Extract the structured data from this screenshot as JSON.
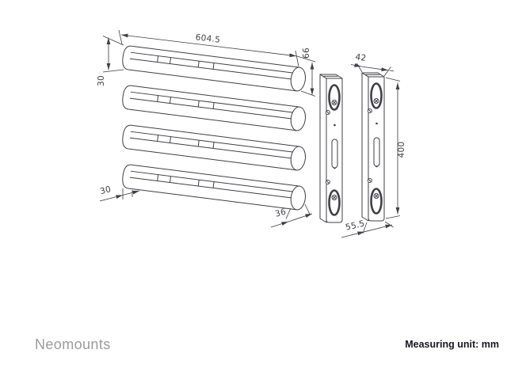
{
  "drawing": {
    "colors": {
      "line": "#3f3f46",
      "slot_ring": "#3f3f46",
      "brand_text": "#9b9b9b",
      "footer_text": "#17171f"
    },
    "dimensions": {
      "rail_length": "604.5",
      "rail_end_height": "66",
      "rail_spacing": "30",
      "rail_bottom_offset": "30",
      "rail_end_depth": "36",
      "bracket_width": "42",
      "bracket_height": "400",
      "bracket_depth": "55.5"
    }
  },
  "footer": {
    "brand": "Neomounts",
    "measuring_unit": "Measuring unit: mm"
  }
}
